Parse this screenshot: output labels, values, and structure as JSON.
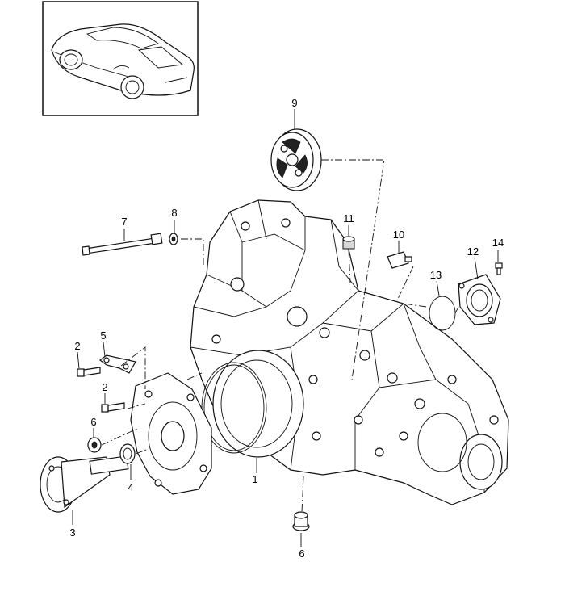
{
  "diagram": {
    "callouts": {
      "c1": "1",
      "c2a": "2",
      "c2b": "2",
      "c3": "3",
      "c4": "4",
      "c5": "5",
      "c6a": "6",
      "c6b": "6",
      "c7": "7",
      "c8": "8",
      "c9": "9",
      "c10": "10",
      "c11": "11",
      "c12": "12",
      "c13": "13",
      "c14": "14"
    }
  }
}
